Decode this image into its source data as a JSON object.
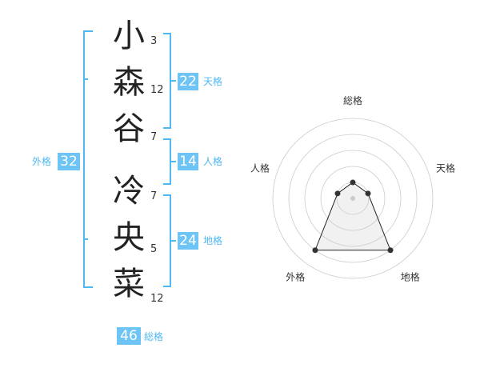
{
  "colors": {
    "accent": "#4fb8f2",
    "badge": "#6ec5f5",
    "label": "#4fb8f2",
    "line": "#222222",
    "grid": "#cccccc"
  },
  "name": [
    {
      "char": "小",
      "strokes": "3"
    },
    {
      "char": "森",
      "strokes": "12"
    },
    {
      "char": "谷",
      "strokes": "7"
    },
    {
      "char": "冷",
      "strokes": "7"
    },
    {
      "char": "央",
      "strokes": "5"
    },
    {
      "char": "菜",
      "strokes": "12"
    }
  ],
  "fortunes": {
    "tenkaku": {
      "value": "22",
      "label": "天格"
    },
    "jinkaku": {
      "value": "14",
      "label": "人格"
    },
    "chikaku": {
      "value": "24",
      "label": "地格"
    },
    "gaikaku": {
      "value": "32",
      "label": "外格"
    },
    "soukaku": {
      "value": "46",
      "label": "総格"
    }
  },
  "chart_data": {
    "type": "radar",
    "axes": [
      "総格",
      "天格",
      "地格",
      "外格",
      "人格"
    ],
    "values": [
      1,
      1,
      4,
      4,
      1
    ],
    "rmax": 5,
    "rings": 5
  }
}
